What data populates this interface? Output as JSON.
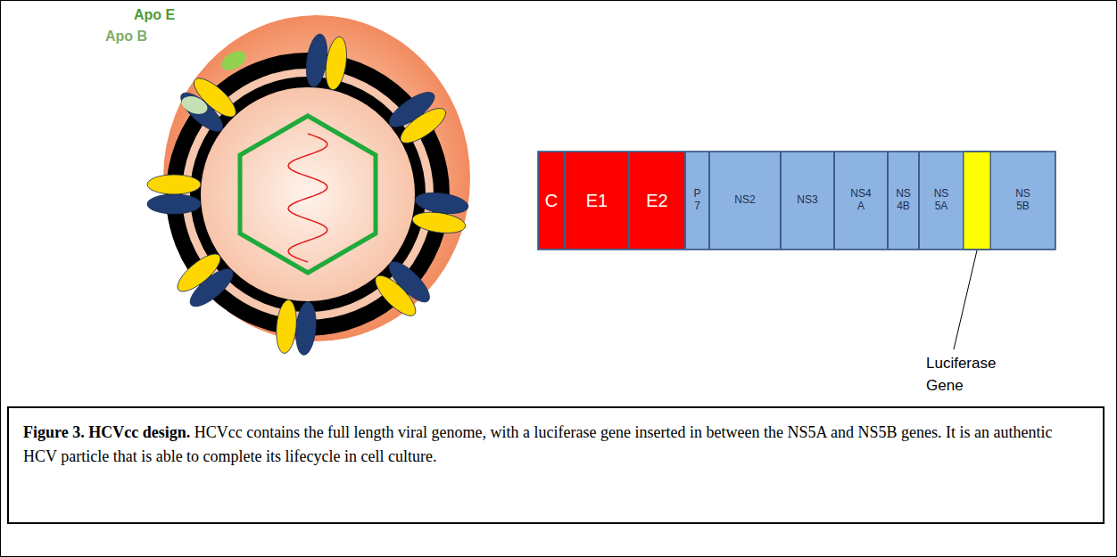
{
  "diagram": {
    "caption": "Figure 3. HCVcc design. HCVcc contains the full length viral genome, with a luciferase gene inserted in between the NS5A and NS5B genes. It is an authentic HCV particle that is able to complete its lifecycle in cell culture.",
    "nodes": [
      {
        "text": [
          "C"
        ]
      },
      {
        "text": [
          "E1"
        ]
      },
      {
        "text": [
          "E2"
        ]
      },
      {
        "text": [
          "P 7"
        ]
      },
      {
        "text": [
          "NS2"
        ]
      },
      {
        "text": [
          "NS3"
        ]
      },
      {
        "text": [
          "NS4 A"
        ]
      },
      {
        "text": [
          "NS 4B"
        ]
      },
      {
        "text": [
          "NS 5A"
        ]
      },
      {
        "text": [
          "NS 5B"
        ]
      }
    ],
    "labels": [
      "Apo E",
      "Apo B",
      "Luciferase Gene"
    ]
  }
}
